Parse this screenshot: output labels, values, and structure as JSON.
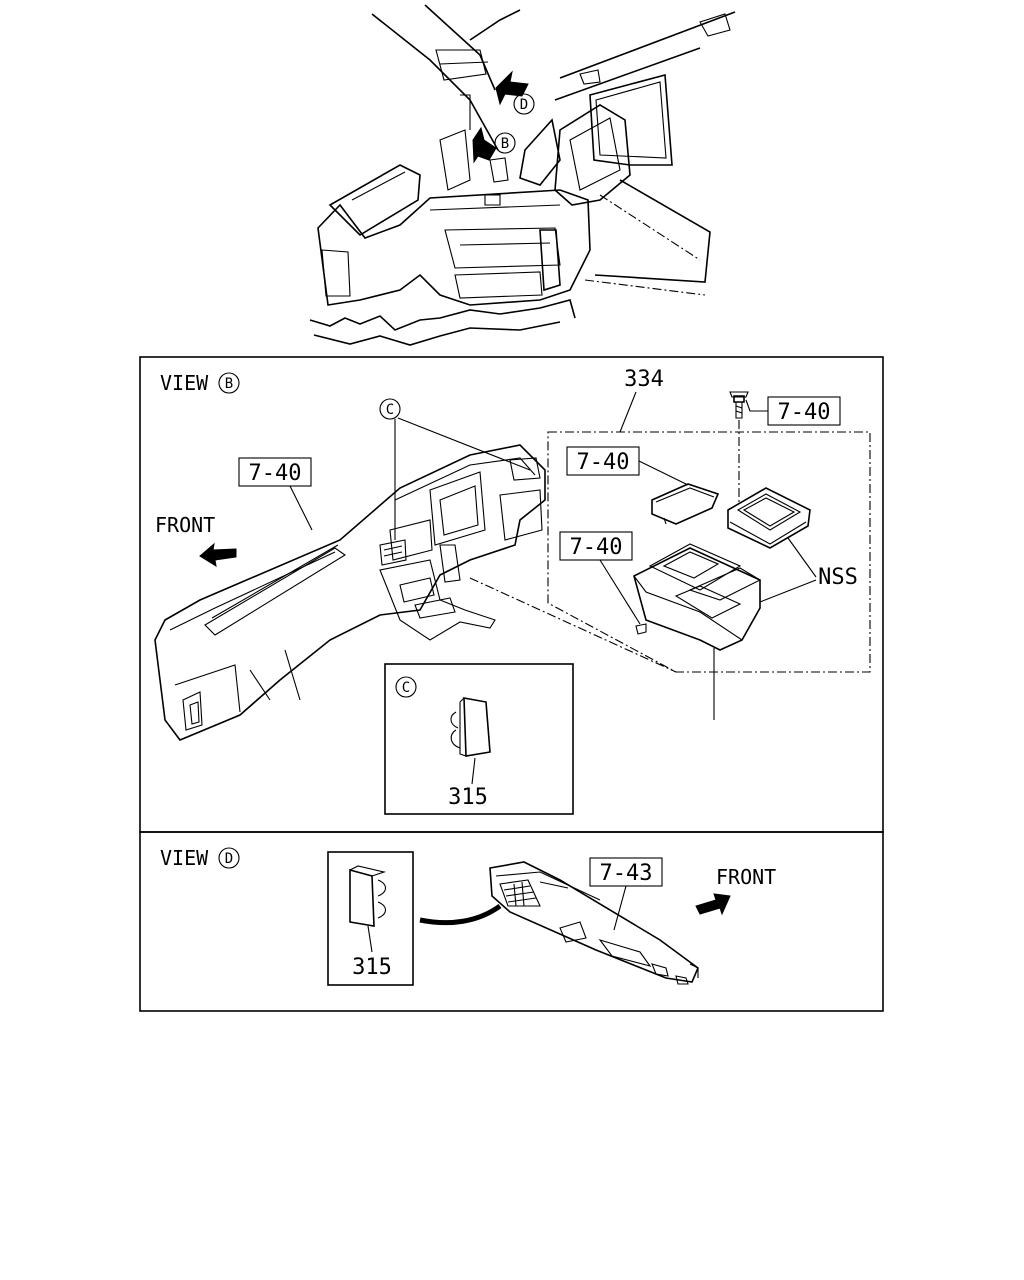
{
  "views": {
    "b": {
      "prefix": "VIEW",
      "letter": "B"
    },
    "d": {
      "prefix": "VIEW",
      "letter": "D"
    }
  },
  "callouts": {
    "b": "B",
    "d": "D",
    "c_main": "C",
    "c_box": "C"
  },
  "labels": {
    "front_b": "FRONT",
    "front_d": "FRONT",
    "nss": "NSS",
    "part_334": "334",
    "part_315_b": "315",
    "part_315_d": "315"
  },
  "refs": {
    "ref_bolt": "7-40",
    "ref_dash": "7-40",
    "ref_lid": "7-40",
    "ref_console": "7-40",
    "ref_view_d": "7-43"
  }
}
